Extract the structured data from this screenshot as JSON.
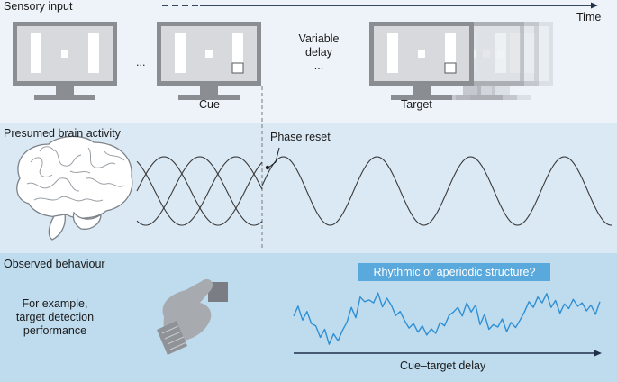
{
  "sensory": {
    "title": "Sensory input",
    "time_label": "Time",
    "ellipsis": "...",
    "cue_label": "Cue",
    "variable_delay": [
      "Variable",
      "delay",
      "..."
    ],
    "target_label": "Target"
  },
  "brain": {
    "title": "Presumed brain activity",
    "phase_reset_label": "Phase reset"
  },
  "behaviour": {
    "title": "Observed behaviour",
    "example_text": [
      "For example,",
      "target detection",
      "performance"
    ],
    "question": "Rhythmic or aperiodic structure?",
    "x_axis_label": "Cue–target delay"
  },
  "colors": {
    "sensory_bg": "#eef3f9",
    "brain_bg": "#dbe9f4",
    "behaviour_bg": "#bfdcef",
    "monitor": "#8a8d92",
    "screen": "#d7d9dc",
    "wave": "#3a3a3a",
    "trace": "#2f8fd3",
    "accent": "#5aa9dc"
  },
  "chart_data": {
    "type": "line",
    "series": [
      {
        "values": [
          0.55,
          0.72,
          0.48,
          0.63,
          0.42,
          0.38,
          0.18,
          0.32,
          0.06,
          0.24,
          0.12,
          0.3,
          0.44,
          0.7,
          0.52,
          0.88,
          0.8,
          0.83,
          0.78,
          0.95,
          0.71,
          0.86,
          0.74,
          0.56,
          0.63,
          0.47,
          0.34,
          0.42,
          0.27,
          0.38,
          0.22,
          0.33,
          0.25,
          0.44,
          0.38,
          0.56,
          0.62,
          0.7,
          0.55,
          0.78,
          0.62,
          0.74,
          0.4,
          0.58,
          0.32,
          0.4,
          0.36,
          0.5,
          0.28,
          0.44,
          0.35,
          0.48,
          0.62,
          0.8,
          0.7,
          0.88,
          0.78,
          0.94,
          0.7,
          0.82,
          0.6,
          0.76,
          0.68,
          0.84,
          0.72,
          0.78,
          0.64,
          0.74,
          0.58,
          0.8
        ]
      }
    ]
  }
}
